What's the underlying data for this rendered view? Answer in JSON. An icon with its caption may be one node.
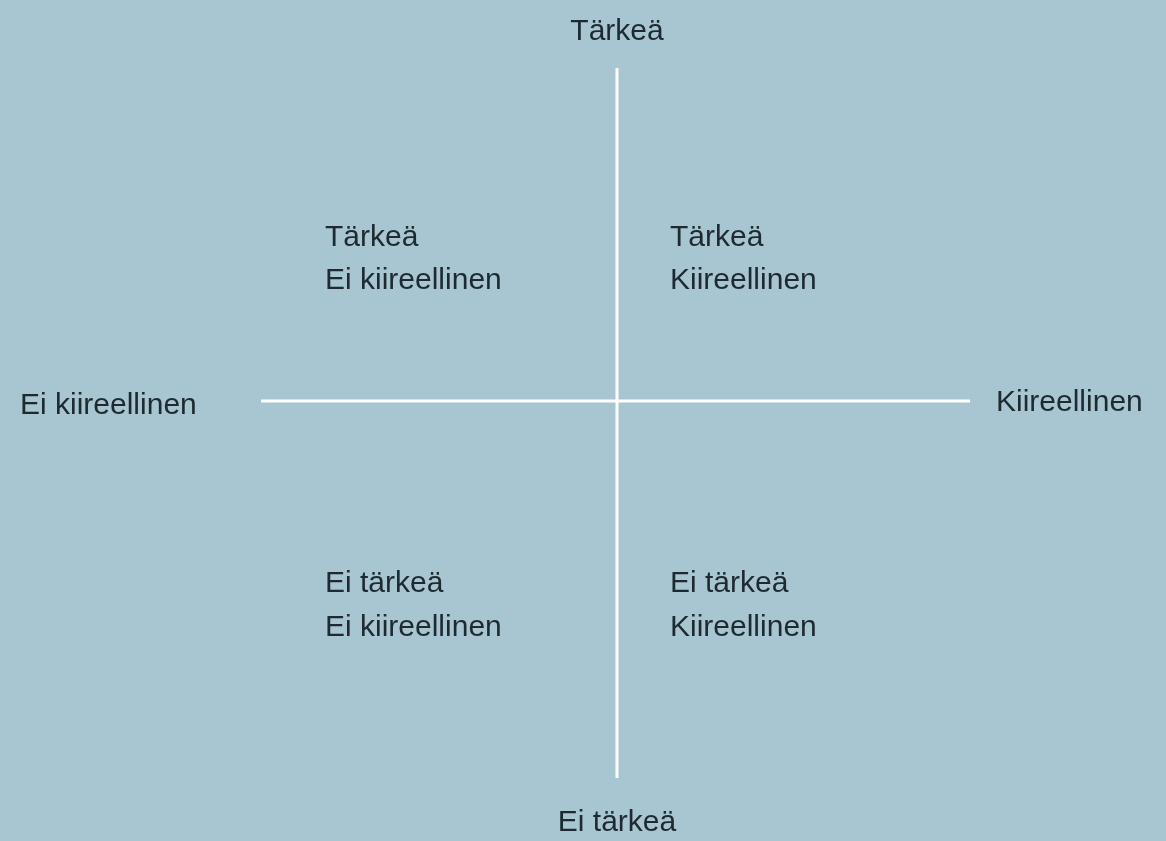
{
  "diagram": {
    "labels": [
      "Tärkeä",
      "Tärkeä",
      "Ei kiireellinen",
      "Tärkeä",
      "Kiireellinen",
      "Ei kiireellinen",
      "Kiireellinen",
      "Ei tärkeä",
      "Ei kiireellinen",
      "Ei tärkeä",
      "Kiireellinen",
      "Ei tärkeä"
    ]
  }
}
